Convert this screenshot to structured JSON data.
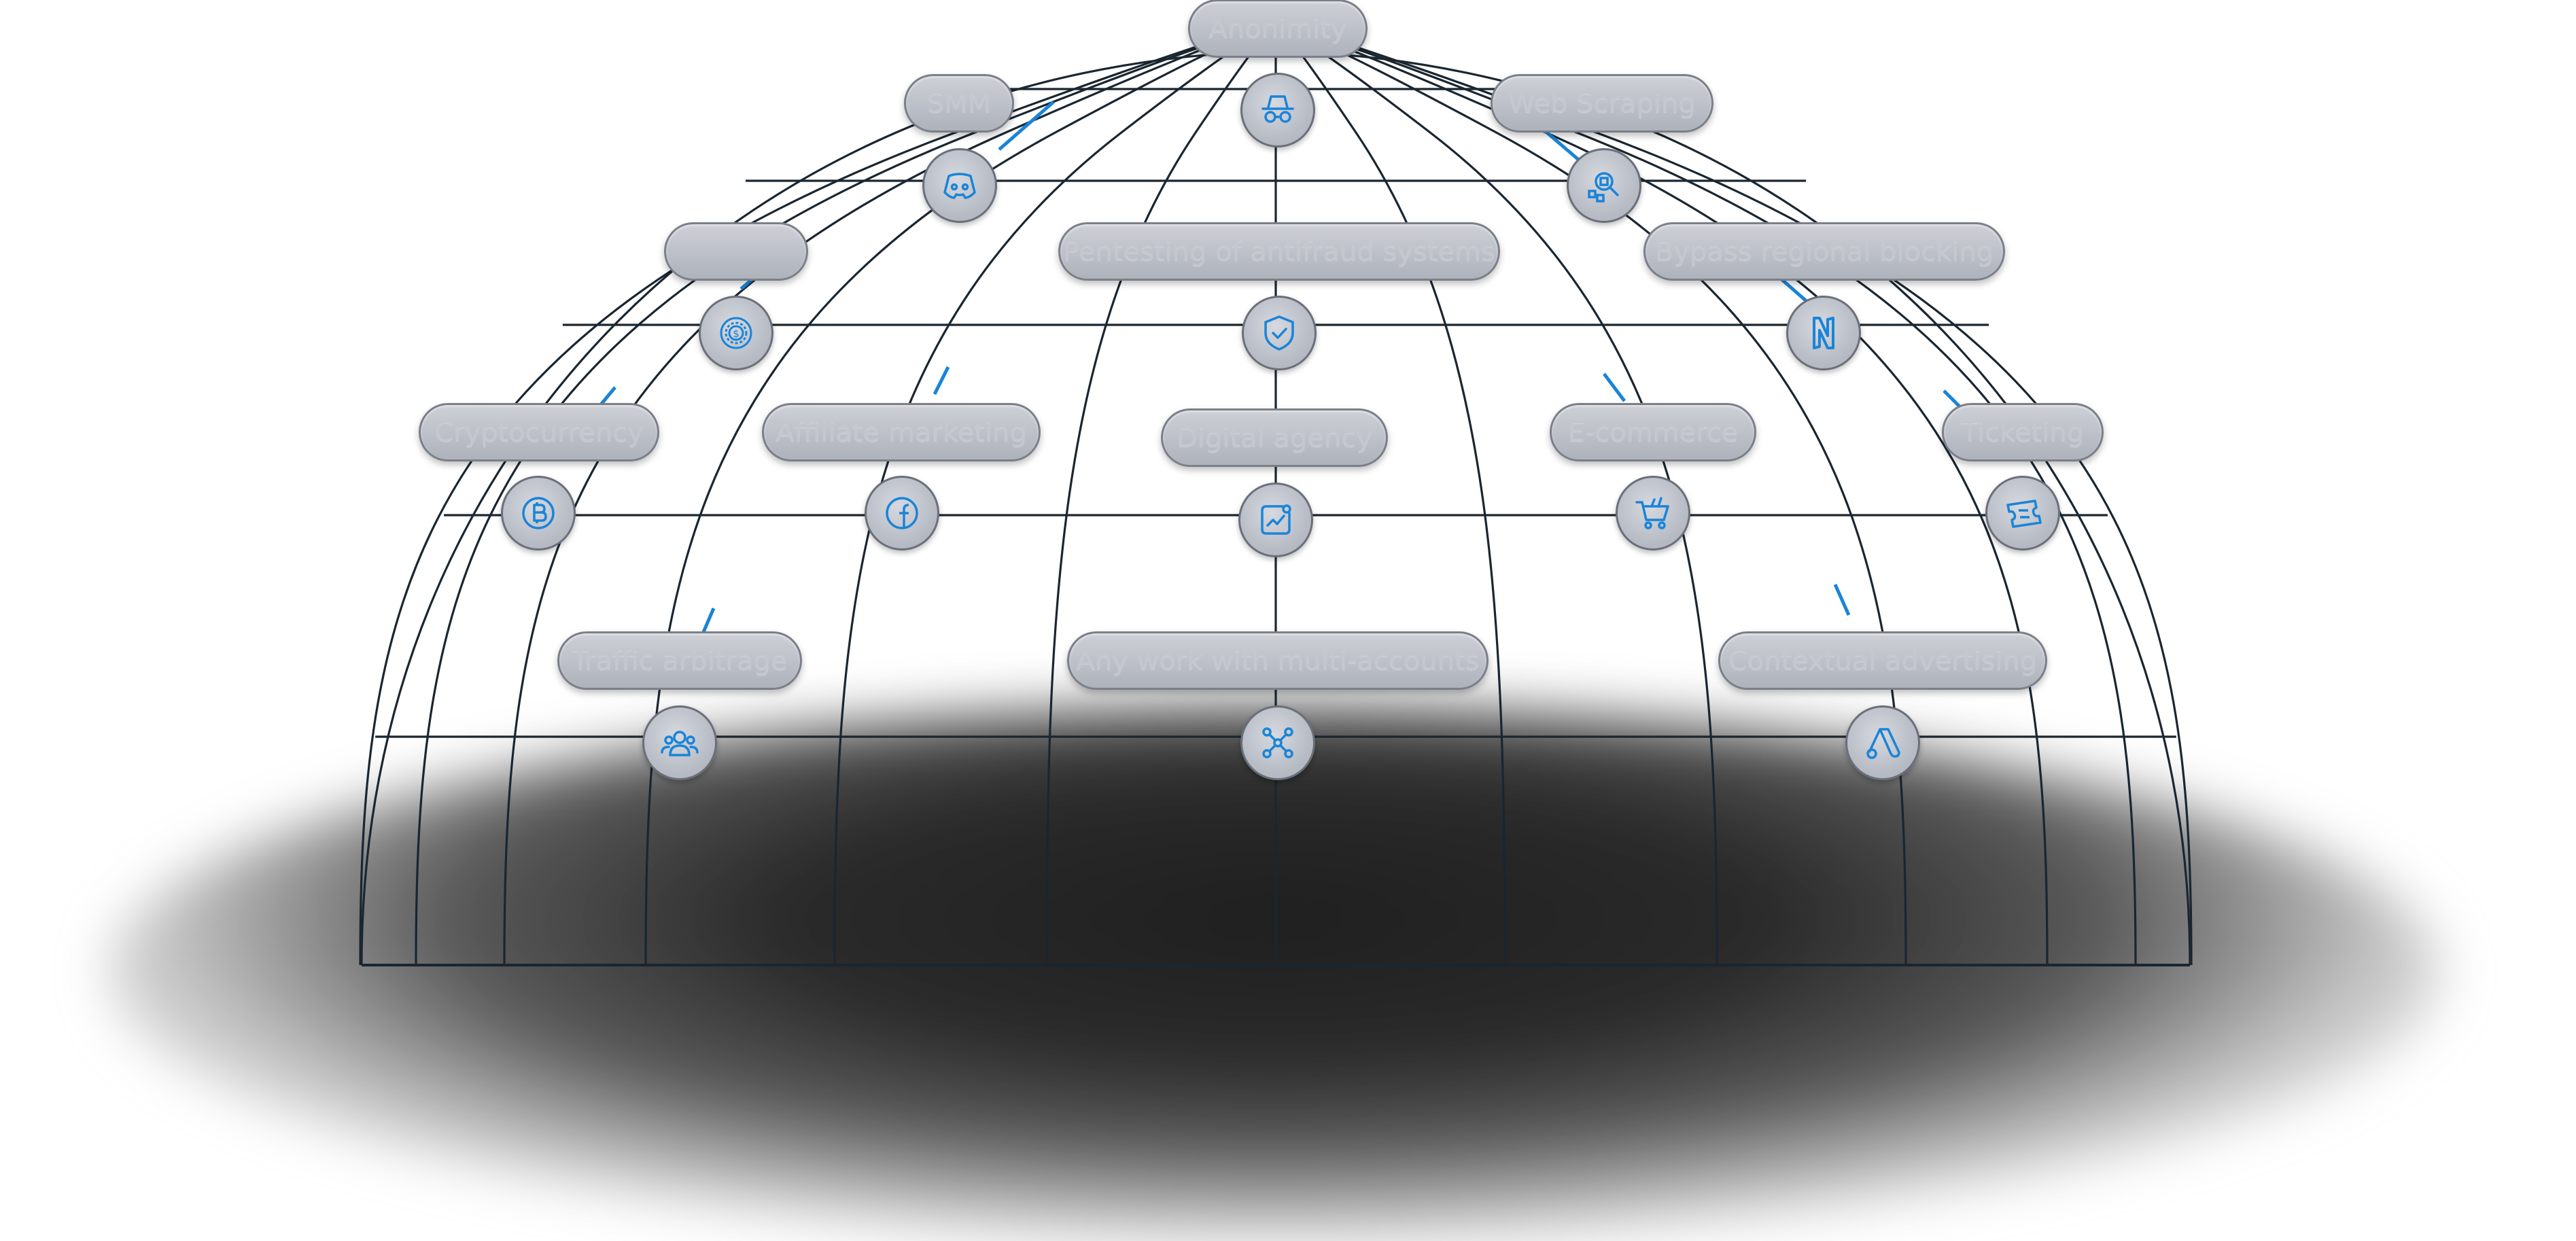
{
  "colors": {
    "accent": "#1a84d8",
    "grid": "#1a2630",
    "pill": "#b9bdc6",
    "pill_text": "#c4c7cd"
  },
  "labels": {
    "anonymity": "Anonimity",
    "smm": "SMM",
    "web_scraping": "Web Scraping",
    "gambling": "",
    "pentesting": "Pentesting of antifraud systems",
    "bypass": "Bypass regional blocking",
    "crypto": "Cryptocurrency",
    "affiliate": "Affiliate marketing",
    "digital": "Digital agency",
    "ecommerce": "E-commerce",
    "ticketing": "Ticketing",
    "traffic": "Traffic arbitrage",
    "multi": "Any work with multi-accounts",
    "contextual": "Contextual advertising"
  },
  "icons": {
    "anonymity": "incognito-icon",
    "smm": "discord-icon",
    "web_scraping": "scraping-icon",
    "gambling": "casino-chip-icon",
    "pentesting": "shield-check-icon",
    "bypass": "netflix-icon",
    "crypto": "bitcoin-icon",
    "affiliate": "facebook-icon",
    "digital": "growth-chart-icon",
    "ecommerce": "shopping-cart-icon",
    "ticketing": "ticket-icon",
    "traffic": "users-icon",
    "multi": "network-icon",
    "contextual": "google-ads-icon"
  }
}
